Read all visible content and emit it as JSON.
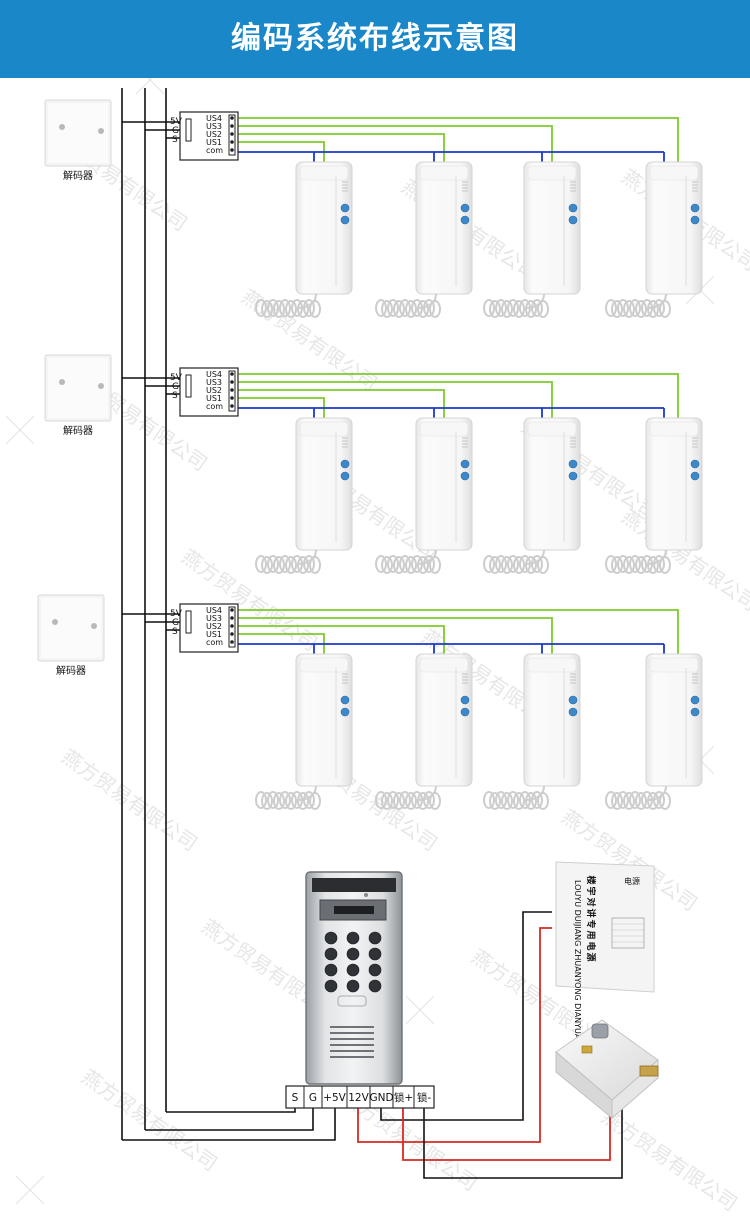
{
  "header": {
    "title": "编码系统布线示意图",
    "bg_color": "#1a87c9"
  },
  "watermark": "燕方贸易有限公司",
  "decoder": {
    "label": "解码器",
    "terminals": [
      "5V",
      "G",
      "S"
    ]
  },
  "output_ports": [
    "US4",
    "US3",
    "US2",
    "US1",
    "com"
  ],
  "panel_terminals": [
    "S",
    "G",
    "+5V",
    "12V",
    "GND",
    "锁+",
    "锁-"
  ],
  "power_supply": {
    "label": "电源",
    "name_lines": [
      "楼宇对讲专用电源"
    ],
    "sub_line": "LOUYU DUIJIANG ZHUANYONG DIANYUAN"
  },
  "wire_colors": {
    "green": "#7dcb2a",
    "blue": "#1c39c8",
    "black": "#111111",
    "red": "#d62b24"
  }
}
